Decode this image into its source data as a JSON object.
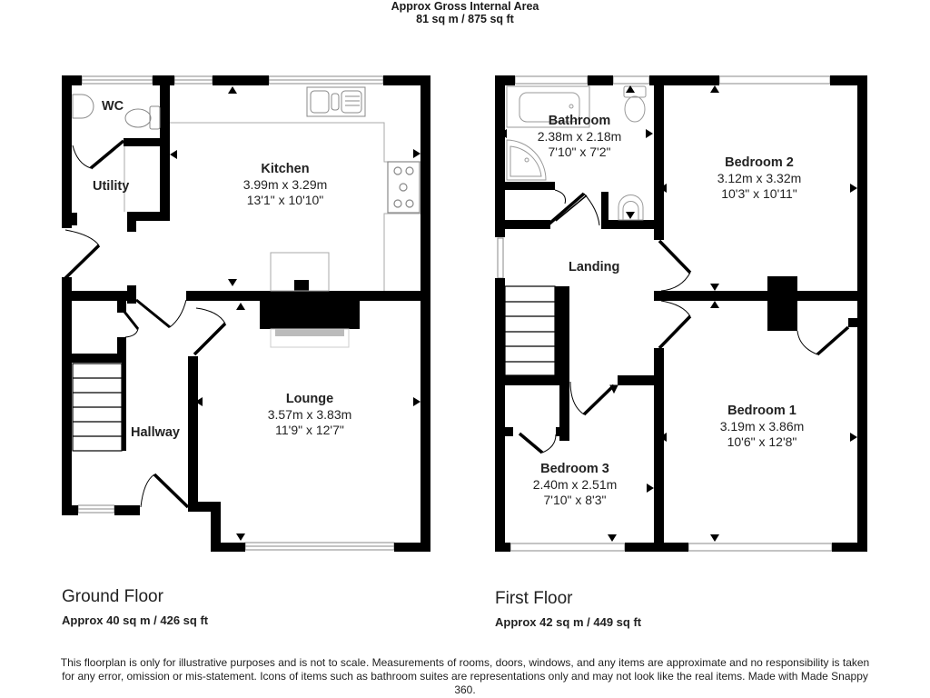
{
  "header": {
    "title": "Approx Gross Internal Area",
    "area": "81 sq m / 875 sq ft"
  },
  "ground_floor": {
    "title": "Ground Floor",
    "area": "Approx 40 sq m / 426 sq ft",
    "rooms": {
      "wc": {
        "name": "WC"
      },
      "utility": {
        "name": "Utility"
      },
      "kitchen": {
        "name": "Kitchen",
        "metric": "3.99m x 3.29m",
        "imperial": "13'1\" x 10'10\""
      },
      "lounge": {
        "name": "Lounge",
        "metric": "3.57m x 3.83m",
        "imperial": "11'9\" x 12'7\""
      },
      "hallway": {
        "name": "Hallway"
      }
    }
  },
  "first_floor": {
    "title": "First Floor",
    "area": "Approx 42 sq m / 449 sq ft",
    "rooms": {
      "bathroom": {
        "name": "Bathroom",
        "metric": "2.38m x 2.18m",
        "imperial": "7'10\" x 7'2\""
      },
      "bedroom2": {
        "name": "Bedroom 2",
        "metric": "3.12m x 3.32m",
        "imperial": "10'3\" x 10'11\""
      },
      "landing": {
        "name": "Landing"
      },
      "bedroom1": {
        "name": "Bedroom 1",
        "metric": "3.19m x 3.86m",
        "imperial": "10'6\" x 12'8\""
      },
      "bedroom3": {
        "name": "Bedroom 3",
        "metric": "2.40m x 2.51m",
        "imperial": "7'10\" x 8'3\""
      }
    }
  },
  "disclaimer": "This floorplan is only for illustrative purposes and is not to scale. Measurements of rooms, doors, windows, and any items are approximate and no responsibility is taken for any error, omission or mis-statement. Icons of items such as bathroom suites are representations only and may not look like the real items. Made with Made Snappy 360.",
  "colors": {
    "wall": "#000000",
    "fixture": "#888888",
    "fireplace_hearth": "#bbbbbb",
    "background": "#ffffff"
  }
}
